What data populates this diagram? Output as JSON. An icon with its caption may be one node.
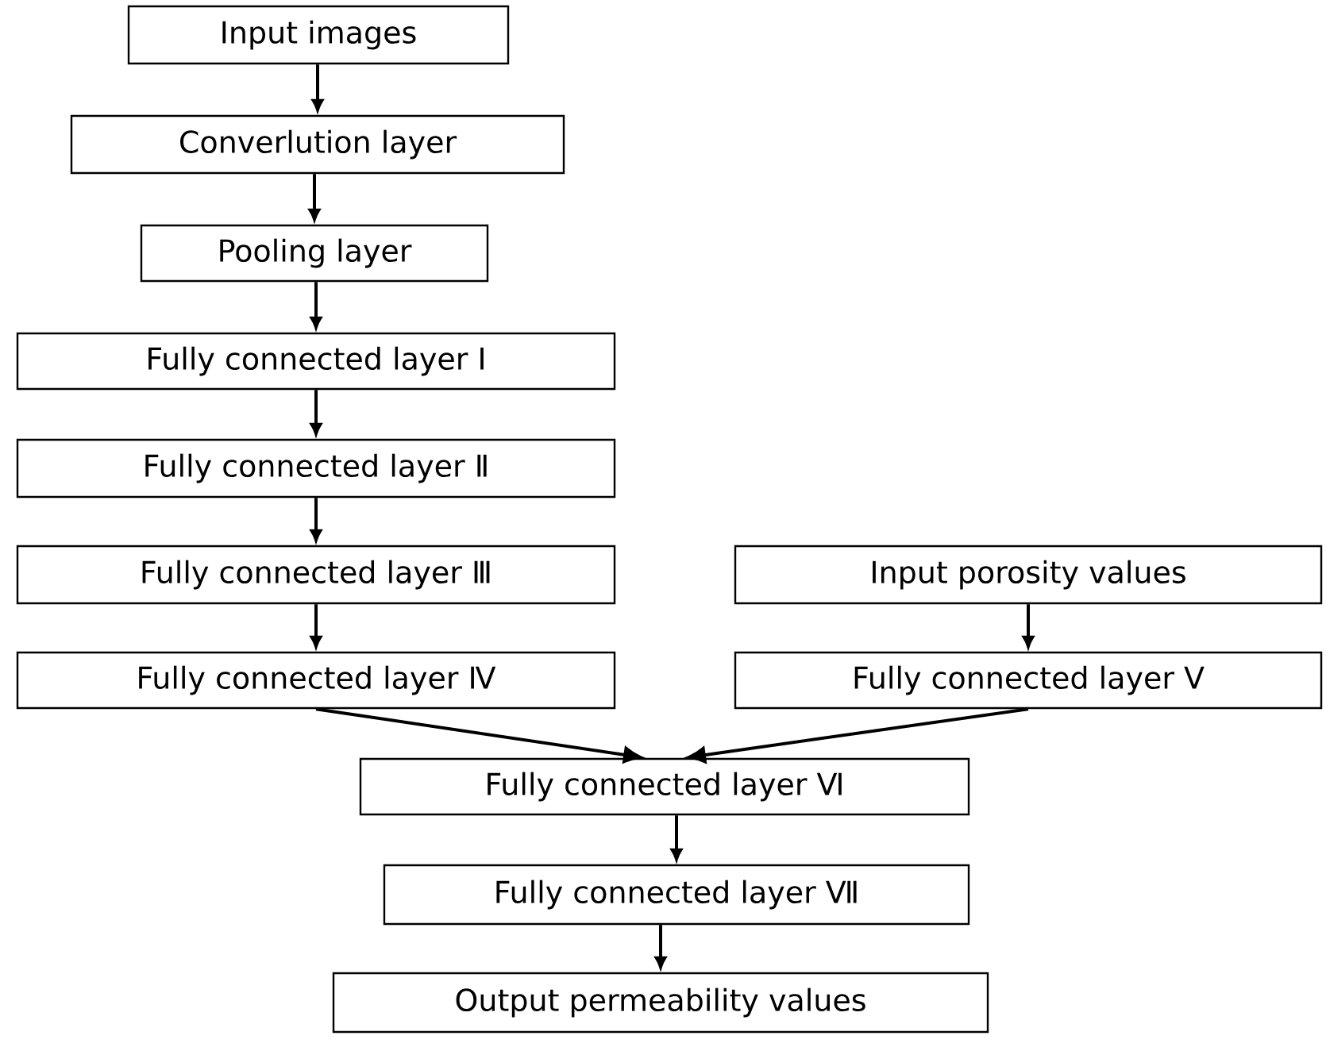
{
  "diagram": {
    "nodes": [
      {
        "text": [
          "Input images"
        ]
      },
      {
        "text": [
          "Converlution layer"
        ]
      },
      {
        "text": [
          "Pooling layer"
        ]
      },
      {
        "text": [
          "Fully connected layer Ⅰ"
        ]
      },
      {
        "text": [
          "Fully connected layer Ⅱ"
        ]
      },
      {
        "text": [
          "Fully connected layer Ⅲ"
        ]
      },
      {
        "text": [
          "Fully connected layer Ⅳ"
        ]
      },
      {
        "text": [
          "Input porosity values"
        ]
      },
      {
        "text": [
          "Fully connected layer Ⅴ"
        ]
      },
      {
        "text": [
          "Fully connected layer Ⅵ"
        ]
      },
      {
        "text": [
          "Fully connected layer Ⅶ"
        ]
      },
      {
        "text": [
          "Output permeability values"
        ]
      }
    ],
    "edges": [
      {
        "from": 0,
        "to": 1,
        "arrow": "to"
      },
      {
        "from": 1,
        "to": 2,
        "arrow": "to"
      },
      {
        "from": 2,
        "to": 3,
        "arrow": "to"
      },
      {
        "from": 3,
        "to": 4,
        "arrow": "to"
      },
      {
        "from": 4,
        "to": 5,
        "arrow": "to"
      },
      {
        "from": 5,
        "to": 6,
        "arrow": "to"
      },
      {
        "from": 7,
        "to": 8,
        "arrow": "to"
      },
      {
        "from": 6,
        "to": 9,
        "arrow": "to"
      },
      {
        "from": 8,
        "to": 9,
        "arrow": "to"
      },
      {
        "from": 9,
        "to": 10,
        "arrow": "to"
      },
      {
        "from": 10,
        "to": 11,
        "arrow": "to"
      }
    ]
  }
}
